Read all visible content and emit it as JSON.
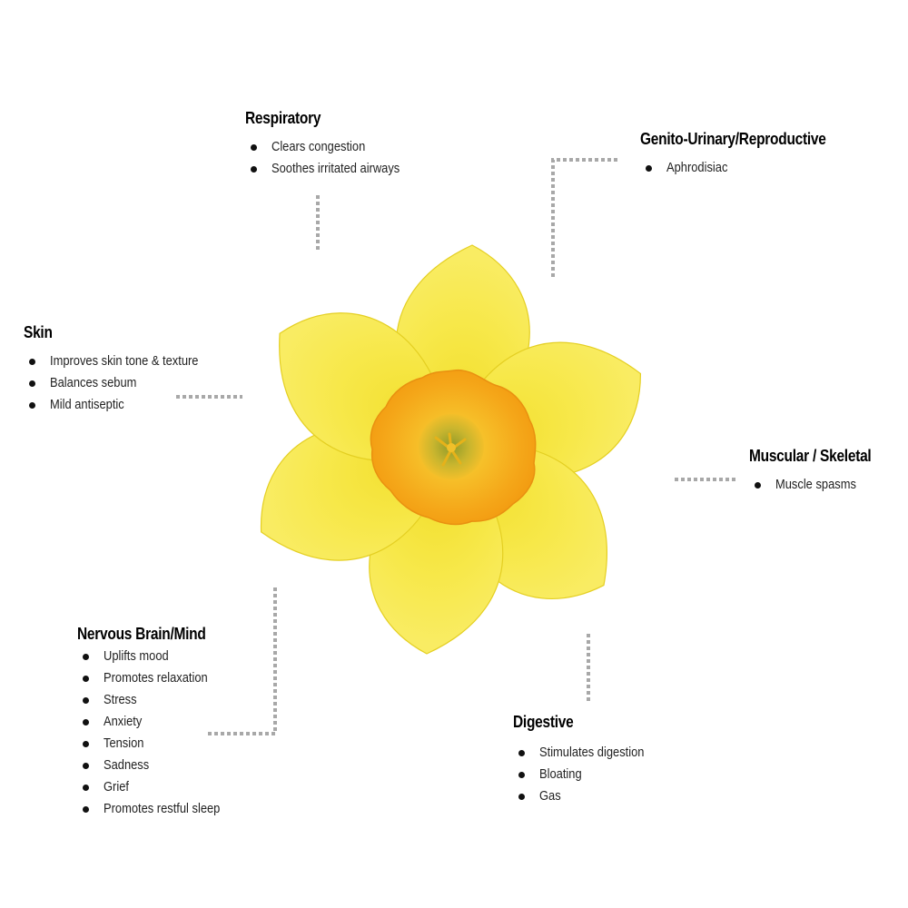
{
  "sections": {
    "respiratory": {
      "title": "Respiratory",
      "items": [
        "Clears congestion",
        "Soothes irritated airways"
      ]
    },
    "genito": {
      "title": "Genito-Urinary/Reproductive",
      "items": [
        "Aphrodisiac"
      ]
    },
    "skin": {
      "title": "Skin",
      "items": [
        "Improves skin tone & texture",
        "Balances sebum",
        "Mild antiseptic"
      ]
    },
    "muscular": {
      "title": "Muscular / Skeletal",
      "items": [
        "Muscle spasms"
      ]
    },
    "nervous": {
      "title": "Nervous Brain/Mind",
      "items": [
        "Uplifts mood",
        "Promotes relaxation",
        "Stress",
        "Anxiety",
        "Tension",
        "Sadness",
        "Grief",
        "Promotes restful sleep"
      ]
    },
    "digestive": {
      "title": "Digestive",
      "items": [
        "Stimulates digestion",
        "Bloating",
        "Gas"
      ]
    }
  },
  "colors": {
    "petal": "#F6E63C",
    "petal_shade": "#E9D21F",
    "trumpet": "#F4A316",
    "trumpet_inner": "#F9C631",
    "stamen": "#E8B41A",
    "connector": "#A8A8A8"
  },
  "image": {
    "subject": "daffodil-flower"
  }
}
